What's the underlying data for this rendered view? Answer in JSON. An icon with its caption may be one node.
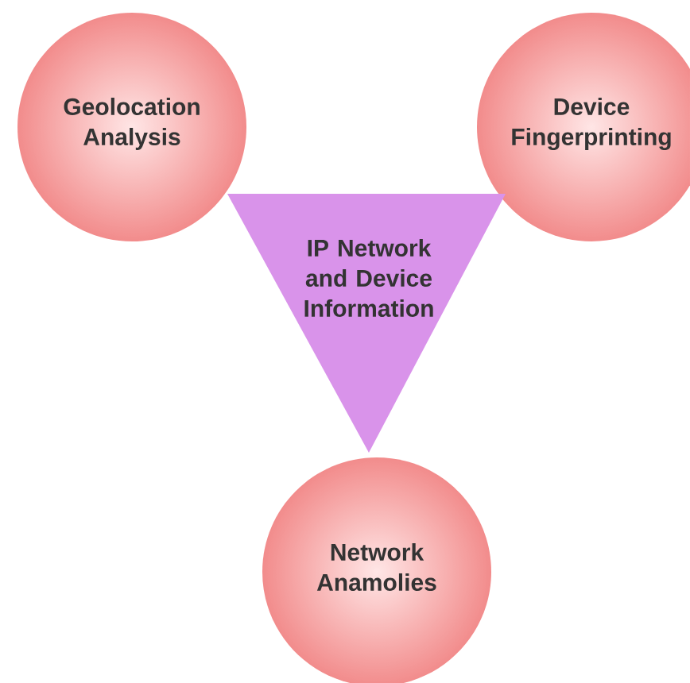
{
  "diagram": {
    "nodes": [
      {
        "text": [
          "Geolocation Analysis"
        ]
      },
      {
        "text": [
          "Device Fingerprinting"
        ]
      },
      {
        "text": [
          "IP Network and Device Information"
        ]
      },
      {
        "text": [
          "Network Anamolies"
        ]
      }
    ]
  }
}
